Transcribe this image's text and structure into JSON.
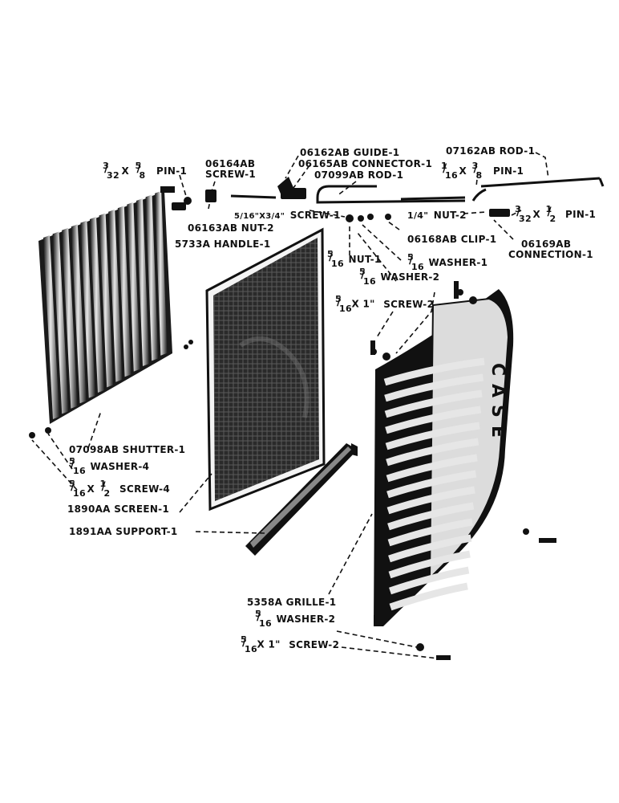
{
  "parts": {
    "pin_top_left": "PIN-1",
    "pin_top_left_size": "3/32 X 5/8",
    "screw_06164": "06164AB",
    "screw_06164_b": "SCREW-1",
    "guide": "06162AB GUIDE-1",
    "connector": "06165AB CONNECTOR-1",
    "rod_07099": "07099AB ROD-1",
    "rod_07162": "07162AB ROD-1",
    "pin_right": "PIN-1",
    "pin_right_size": "1/16 X 3/8",
    "screw_mid": "SCREW-1",
    "screw_mid_size": "5/16 X 3/4",
    "nut_2": "NUT-2",
    "nut_2_size": "1/4",
    "pin_far_right": "PIN-1",
    "pin_far_right_size": "3/32 X 1/2",
    "nut_06163": "06163AB NUT-2",
    "handle": "5733A HANDLE-1",
    "clip": "06168AB CLIP-1",
    "connection_a": "06169AB",
    "connection_b": "CONNECTION-1",
    "nut_1": "NUT-1",
    "nut_1_size": "5/16",
    "washer_1": "WASHER-1",
    "washer_1_size": "5/16",
    "washer_2_top": "WASHER-2",
    "washer_2_top_size": "5/16",
    "screw_2_top": "SCREW-2",
    "screw_2_top_size": "5/16 X 1",
    "shutter": "07098AB SHUTTER-1",
    "washer_4": "WASHER-4",
    "washer_4_size": "5/16",
    "screw_4": "SCREW-4",
    "screw_4_size": "5/16 X 1/2",
    "screen": "1890AA SCREEN-1",
    "support": "1891AA SUPPORT-1",
    "grille": "5358A GRILLE-1",
    "washer_2_bottom": "WASHER-2",
    "washer_2_bottom_size": "5/16",
    "screw_2_bottom": "SCREW-2",
    "screw_2_bottom_size": "5/16 X 1",
    "grille_emblem": "CASE"
  }
}
